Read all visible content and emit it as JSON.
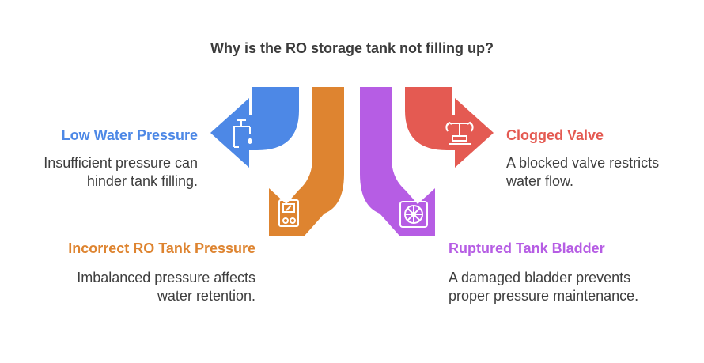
{
  "title": "Why is the RO storage tank not filling up?",
  "colors": {
    "blue": "#4d88e6",
    "orange": "#de8430",
    "purple": "#b65de4",
    "red": "#e45a52",
    "text": "#3e3e3e"
  },
  "items": [
    {
      "label": "Low Water Pressure",
      "description": "Insufficient pressure can hinder tank filling.",
      "icon": "faucet-icon",
      "color": "#4d88e6"
    },
    {
      "label": "Incorrect RO Tank Pressure",
      "description": "Imbalanced pressure affects water retention.",
      "icon": "pressure-gauge-icon",
      "color": "#de8430"
    },
    {
      "label": "Ruptured Tank Bladder",
      "description": "A damaged bladder prevents proper pressure maintenance.",
      "icon": "tank-wheel-icon",
      "color": "#b65de4"
    },
    {
      "label": "Clogged Valve",
      "description": "A blocked valve restricts water flow.",
      "icon": "valve-icon",
      "color": "#e45a52"
    }
  ]
}
